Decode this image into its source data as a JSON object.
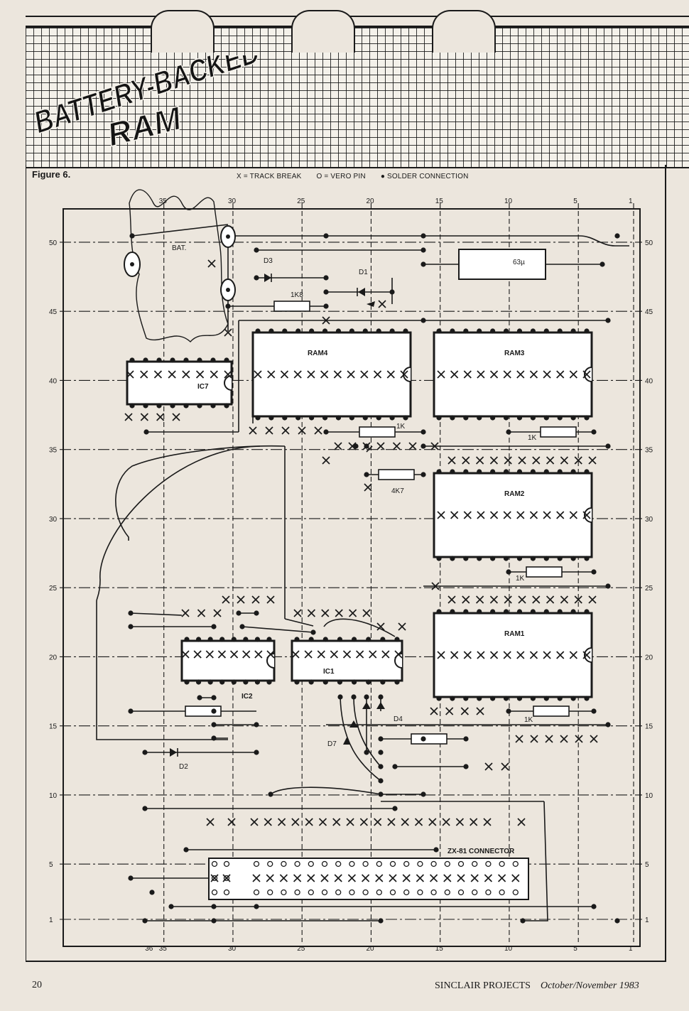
{
  "title": {
    "line1": "BATTERY-BACKED",
    "line2": "RAM"
  },
  "figure_label": "Figure 6.",
  "legend": [
    {
      "symbol": "X",
      "text": "X = TRACK BREAK"
    },
    {
      "symbol": "O",
      "text": "O = VERO PIN"
    },
    {
      "symbol": "dot",
      "text": "●  SOLDER CONNECTION"
    }
  ],
  "col_labels_top": [
    "35",
    "30",
    "25",
    "20",
    "15",
    "10",
    "5",
    "1"
  ],
  "col_labels_bottom": [
    "36",
    "35",
    "30",
    "25",
    "20",
    "15",
    "10",
    "5",
    "1"
  ],
  "row_labels": [
    "50",
    "45",
    "40",
    "35",
    "30",
    "25",
    "20",
    "15",
    "10",
    "5",
    "1"
  ],
  "components": {
    "bat": "BAT.",
    "d3": "D3",
    "d1": "D1",
    "r1k8": "1K8",
    "cap": "63µ",
    "ram4": "RAM4",
    "ram3": "RAM3",
    "ic7": "IC7",
    "r1k_a": "1K",
    "r1k_b": "1K",
    "r4k7": "4K7",
    "ram2": "RAM2",
    "r1k_c": "1K",
    "ram1": "RAM1",
    "ic2": "IC2",
    "ic1": "IC1",
    "d4": "D4",
    "d7": "D7",
    "d2": "D2",
    "r1k_d": "1K",
    "connector": "ZX-81 CONNECTOR"
  },
  "footer": {
    "page_number": "20",
    "publication": "SINCLAIR PROJECTS",
    "issue": "October/November 1983"
  }
}
